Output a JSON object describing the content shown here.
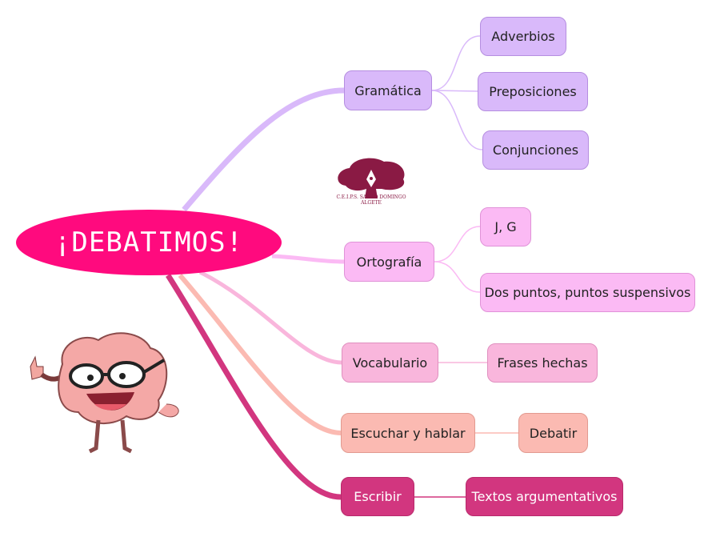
{
  "central": "¡DEBATIMOS!",
  "logo": {
    "name": "C.E.I.P.S. SANTO DOMINGO",
    "place": "ALGETE"
  },
  "branches": [
    {
      "label": "Gramática",
      "children": [
        "Adverbios",
        "Preposiciones",
        "Conjunciones"
      ],
      "color": "#d9b9fa"
    },
    {
      "label": "Ortografía",
      "children": [
        "J, G",
        "Dos puntos, puntos suspensivos"
      ],
      "color": "#fbbaf4"
    },
    {
      "label": "Vocabulario",
      "children": [
        "Frases hechas"
      ],
      "color": "#f9b6dc"
    },
    {
      "label": "Escuchar y hablar",
      "children": [
        "Debatir"
      ],
      "color": "#fbbab2"
    },
    {
      "label": "Escribir",
      "children": [
        "Textos argumentativos"
      ],
      "color": "#d2367f"
    }
  ]
}
